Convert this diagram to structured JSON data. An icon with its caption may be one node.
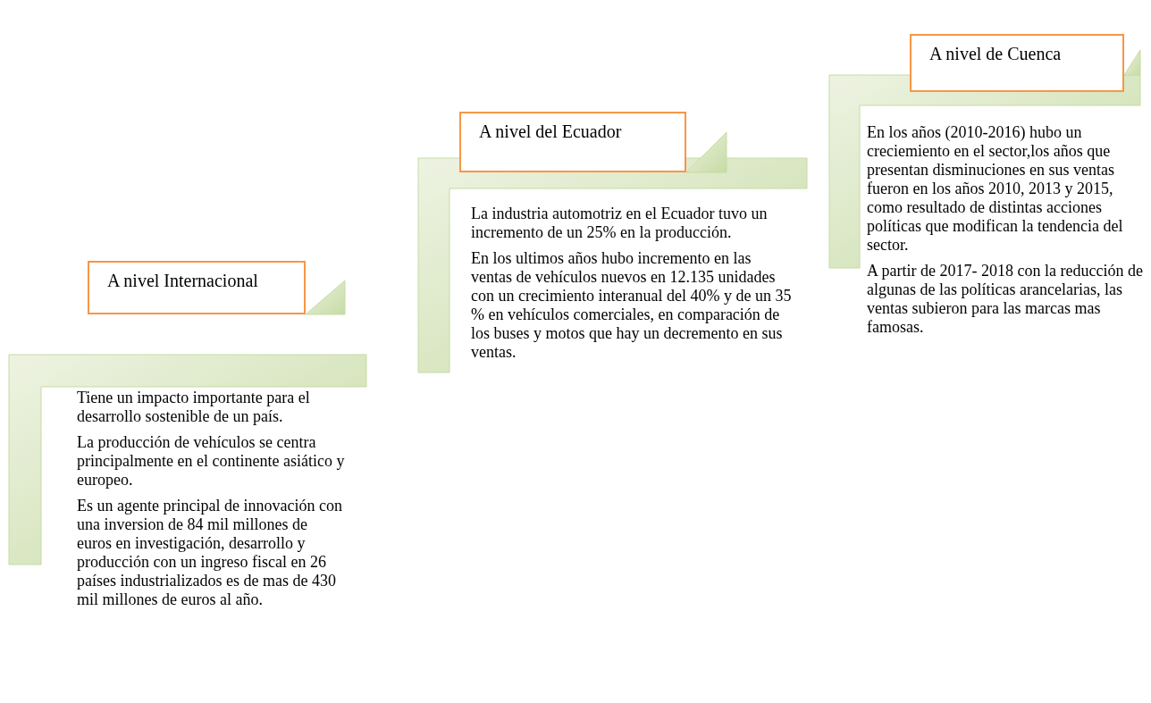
{
  "diagram": {
    "nodes": [
      {
        "text": [
          "A nivel Internacional"
        ]
      },
      {
        "text": [
          "Tiene un impacto importante  para el desarrollo sostenible de un país.",
          "La producción de vehículos se centra principalmente en el continente asiático y europeo.",
          "Es un agente principal de innovación con una inversion de 84 mil millones de euros en investigación, desarrollo y producción con un ingreso fiscal en 26 países industrializados es de mas de 430 mil millones de euros al año."
        ]
      },
      {
        "text": [
          "A nivel del Ecuador"
        ]
      },
      {
        "text": [
          "La industria automotriz en el Ecuador tuvo un incremento de un 25% en la producción.",
          "En los ultimos años hubo incremento en las ventas de vehículos nuevos en 12.135 unidades con un crecimiento interanual del 40%  y de un 35 % en vehículos comerciales, en comparación de los buses y motos que hay un decremento en sus ventas."
        ]
      },
      {
        "text": [
          "A nivel de Cuenca"
        ]
      },
      {
        "text": [
          "En los años (2010-2016) hubo un creciemiento en el sector,los años que presentan disminuciones en sus ventas fueron en los años 2010, 2013 y 2015, como resultado de distintas acciones políticas que modifican la tendencia del sector.",
          "A partir de 2017- 2018 con la reducción de algunas de las políticas arancelarias, las ventas subieron para las marcas mas famosas."
        ]
      }
    ]
  }
}
